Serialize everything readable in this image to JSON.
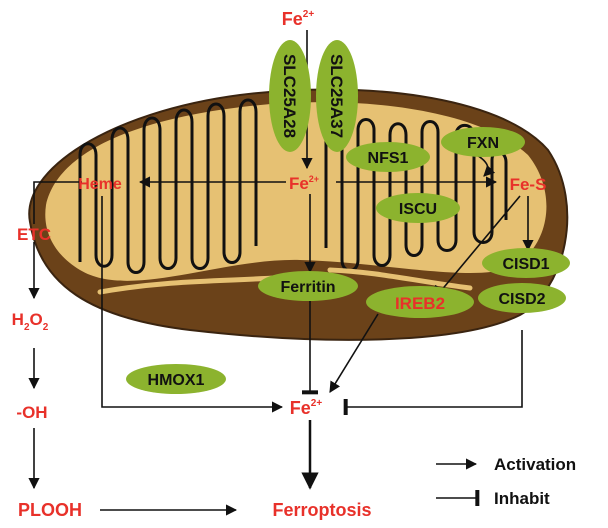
{
  "nodes": {
    "fe_top": {
      "base": "Fe",
      "sup": "2+"
    },
    "fe_center": {
      "base": "Fe",
      "sup": "2+"
    },
    "fe_bottom": {
      "base": "Fe",
      "sup": "2+"
    },
    "heme": "Heme",
    "fe_s": "Fe-S",
    "etc": "ETC",
    "h2o2": {
      "h": "H",
      "s1": "2",
      "o": "O",
      "s2": "2"
    },
    "oh": "-OH",
    "plooh": "PLOOH",
    "ferroptosis": "Ferroptosis"
  },
  "proteins": {
    "slc25a28": "SLC25A28",
    "slc25a37": "SLC25A37",
    "nfs1": "NFS1",
    "fxn": "FXN",
    "iscu": "ISCU",
    "cisd1": "CISD1",
    "cisd2": "CISD2",
    "ferritin": "Ferritin",
    "ireb2": "IREB2",
    "hmox1": "HMOX1"
  },
  "legend": {
    "activation": "Activation",
    "inhabit": "Inhabit"
  },
  "colors": {
    "highlight_red": "#e8312a",
    "protein_green": "#8cb32e",
    "outer_brown": "#6b4219",
    "inner_tan": "#e6c173"
  }
}
